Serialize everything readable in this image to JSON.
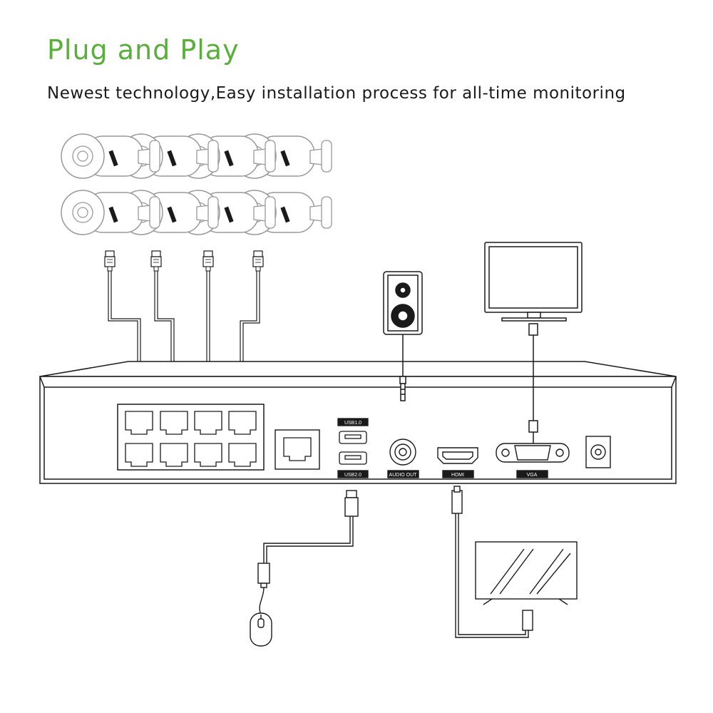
{
  "header": {
    "title": "Plug and Play",
    "subtitle": "Newest technology,Easy installation process for all-time monitoring"
  },
  "nvr": {
    "ports": {
      "usb_top": "USB1.0",
      "usb_bottom": "USB2.0",
      "audio": "AUDIO OUT",
      "hdmi": "HDMI",
      "vga": "VGA"
    }
  },
  "colors": {
    "title": "#5aaf3c",
    "line": "#1a1a1a",
    "label_bg": "#1a1a1a"
  },
  "icons": [
    "camera-icon",
    "speaker-icon",
    "monitor-icon",
    "tv-icon",
    "mouse-icon",
    "ethernet-port-icon",
    "usb-port-icon",
    "audio-jack-icon",
    "hdmi-port-icon",
    "vga-port-icon",
    "power-port-icon"
  ]
}
